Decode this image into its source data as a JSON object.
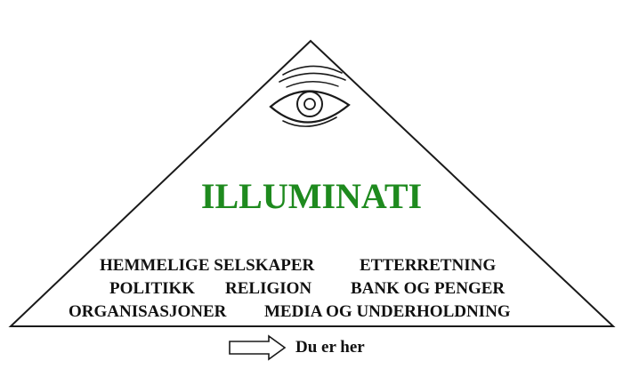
{
  "title": "ILLUMINATI",
  "colors": {
    "title": "#1e8a1e",
    "outline": "#1a1a1a",
    "text": "#111111"
  },
  "icons": {
    "eye": "all-seeing-eye-icon",
    "arrow": "outline-arrow-right-icon"
  },
  "layers": [
    [
      "HEMMELIGE SELSKAPER",
      "ETTERRETNING"
    ],
    [
      "POLITIKK",
      "RELIGION",
      "BANK OG PENGER"
    ],
    [
      "ORGANISASJONER",
      "MEDIA OG UNDERHOLDNING"
    ]
  ],
  "you_are_here": "Du er her"
}
